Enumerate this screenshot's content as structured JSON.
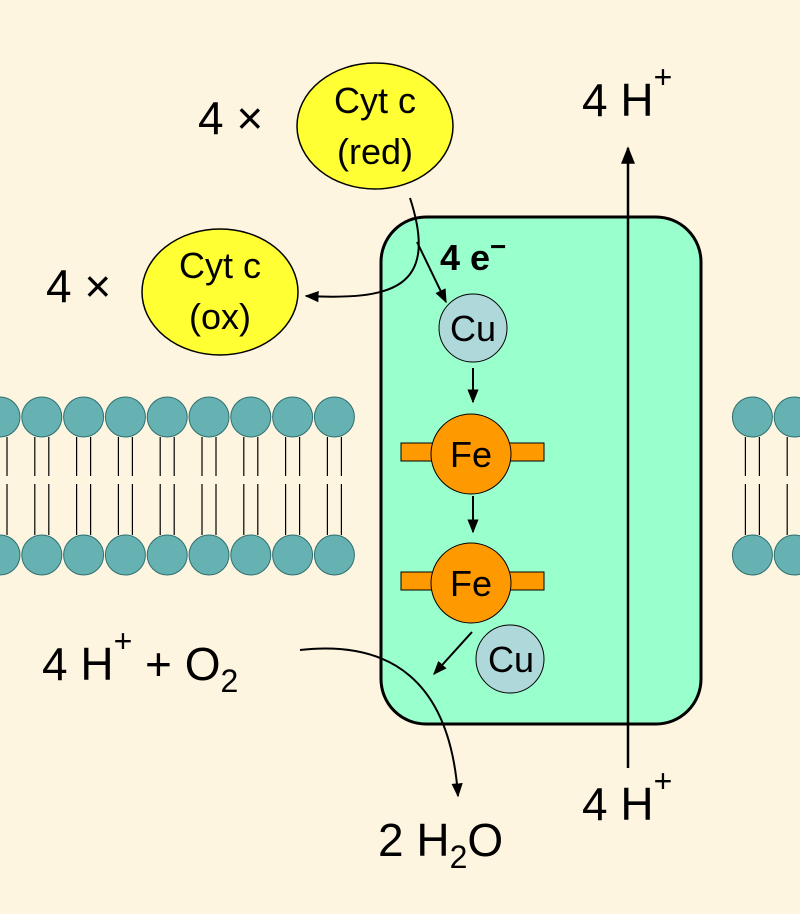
{
  "colors": {
    "background": "#fdf5e0",
    "protein": "#99ffcc",
    "lipid_head": "#66b2b2",
    "cytc": "#ffff33",
    "copper": "#aed8da",
    "iron": "#ff9900",
    "heme": "#ff9900"
  },
  "labels": {
    "cytc_red_count": "4 ×",
    "cytc_red_line1": "Cyt c",
    "cytc_red_line2": "(red)",
    "cytc_ox_count": "4 ×",
    "cytc_ox_line1": "Cyt c",
    "cytc_ox_line2": "(ox)",
    "electrons": "4 e",
    "electrons_sup": "−",
    "cu_a": "Cu",
    "fe_a": "Fe",
    "fe_a3": "Fe",
    "cu_b": "Cu",
    "protons_out": "4 H",
    "protons_out_sup": "+",
    "protons_in": "4 H",
    "protons_in_sup": "+",
    "substrate_h": "4 H",
    "substrate_h_sup": "+",
    "substrate_plus": " + O",
    "substrate_o2_sub": "2",
    "water_prefix": "2 H",
    "water_sub": "2",
    "water_suffix": "O"
  }
}
